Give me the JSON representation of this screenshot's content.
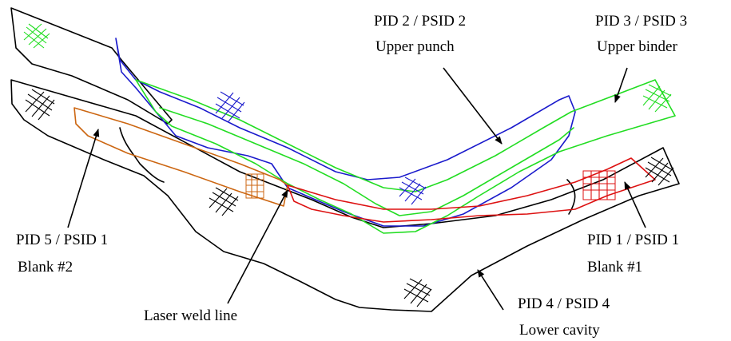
{
  "labels": {
    "pid2": {
      "line1": "PID 2 / PSID 2",
      "line2": "Upper punch"
    },
    "pid3": {
      "line1": "PID 3 / PSID 3",
      "line2": "Upper binder"
    },
    "pid5": {
      "line1": "PID 5 / PSID 1",
      "line2": "Blank #2"
    },
    "pid1": {
      "line1": "PID 1 / PSID 1",
      "line2": "Blank #1"
    },
    "weld": {
      "line1": "Laser weld line"
    },
    "pid4": {
      "line1": "PID 4 / PSID 4",
      "line2": "Lower cavity"
    }
  },
  "colors": {
    "upper_punch": "#1a1acc",
    "upper_binder": "#22dd22",
    "blank_1": "#dd1111",
    "blank_2": "#cc6611",
    "lower_cavity": "#000000"
  },
  "icons": {
    "mesh": "mesh-grid-icon",
    "arrow": "arrow-pointer"
  }
}
